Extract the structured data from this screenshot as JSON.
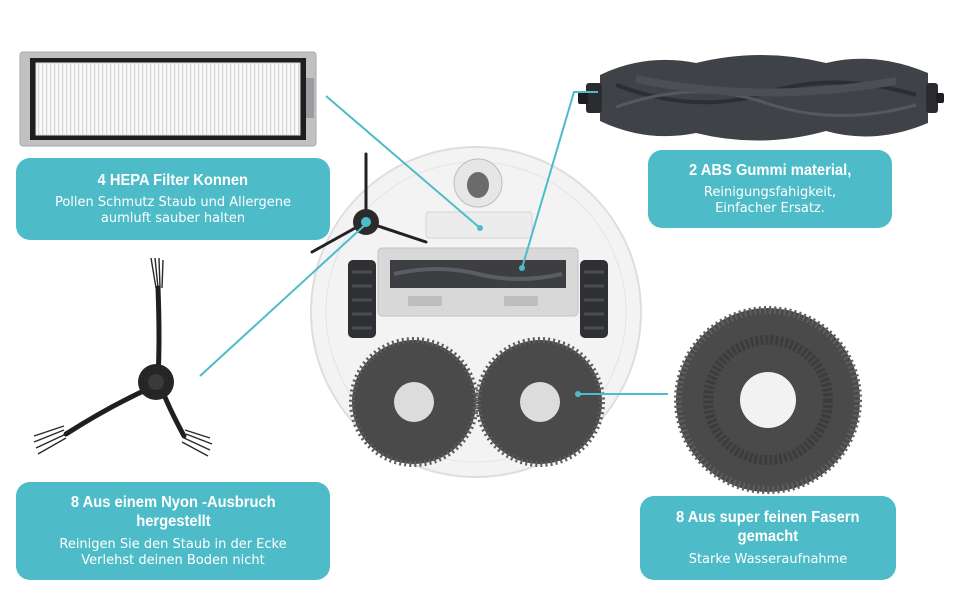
{
  "callouts": {
    "hepa": {
      "title": "4 HEPA Filter Konnen",
      "line1": "Pollen Schmutz Staub und Allergene",
      "line2": "aumluft sauber halten"
    },
    "rubber": {
      "title": "2 ABS Gummi material,",
      "line1": "Reinigungsfahigkeit,",
      "line2": "Einfacher Ersatz."
    },
    "sidebrush": {
      "title_line1": "8 Aus einem Nyon -Ausbruch",
      "title_line2": "hergestellt",
      "line1": "Reinigen Sie den Staub in der Ecke",
      "line2": "Verlehst deinen Boden nicht"
    },
    "mop": {
      "title_line1": "8 Aus super feinen Fasern",
      "title_line2": "gemacht",
      "line1": "Starke Wasseraufnahme"
    }
  },
  "colors": {
    "callout_bg": "#4dbcc8",
    "connector": "#4dbcc8",
    "robot_body": "#f3f3f3",
    "dark_part": "#3a3d42",
    "mop_fiber": "#4a4a4a"
  }
}
